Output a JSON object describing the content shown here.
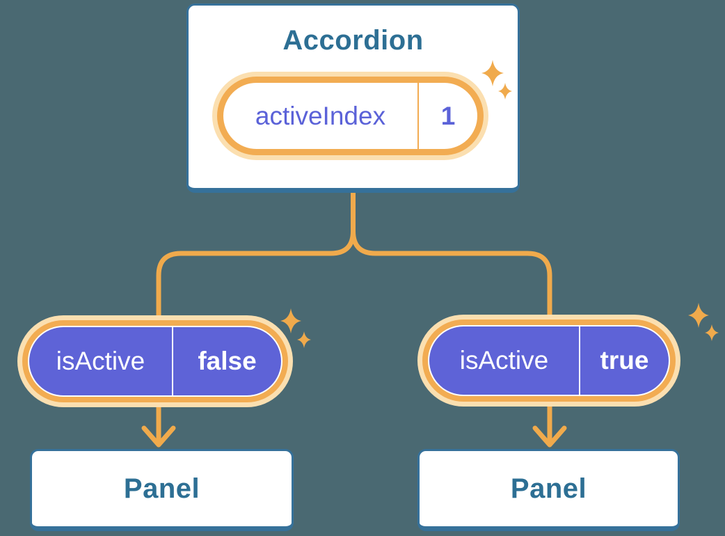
{
  "background": "#4A6972",
  "colors": {
    "page_bg": "#4A6972",
    "box_border": "#36719A",
    "box_text": "#2D6F94",
    "orange": "#F0AA4C",
    "orange_ring": "#F2AC52",
    "orange_glow": "#FBDFB0",
    "purple": "#5E63D7",
    "purple_text": "#5B62D8",
    "white": "#FFFFFF"
  },
  "accordion": {
    "title": "Accordion",
    "state_pill": {
      "label": "activeIndex",
      "value": "1"
    }
  },
  "left_branch": {
    "prop_pill": {
      "label": "isActive",
      "value": "false"
    },
    "panel": {
      "title": "Panel"
    }
  },
  "right_branch": {
    "prop_pill": {
      "label": "isActive",
      "value": "true"
    },
    "panel": {
      "title": "Panel"
    }
  }
}
